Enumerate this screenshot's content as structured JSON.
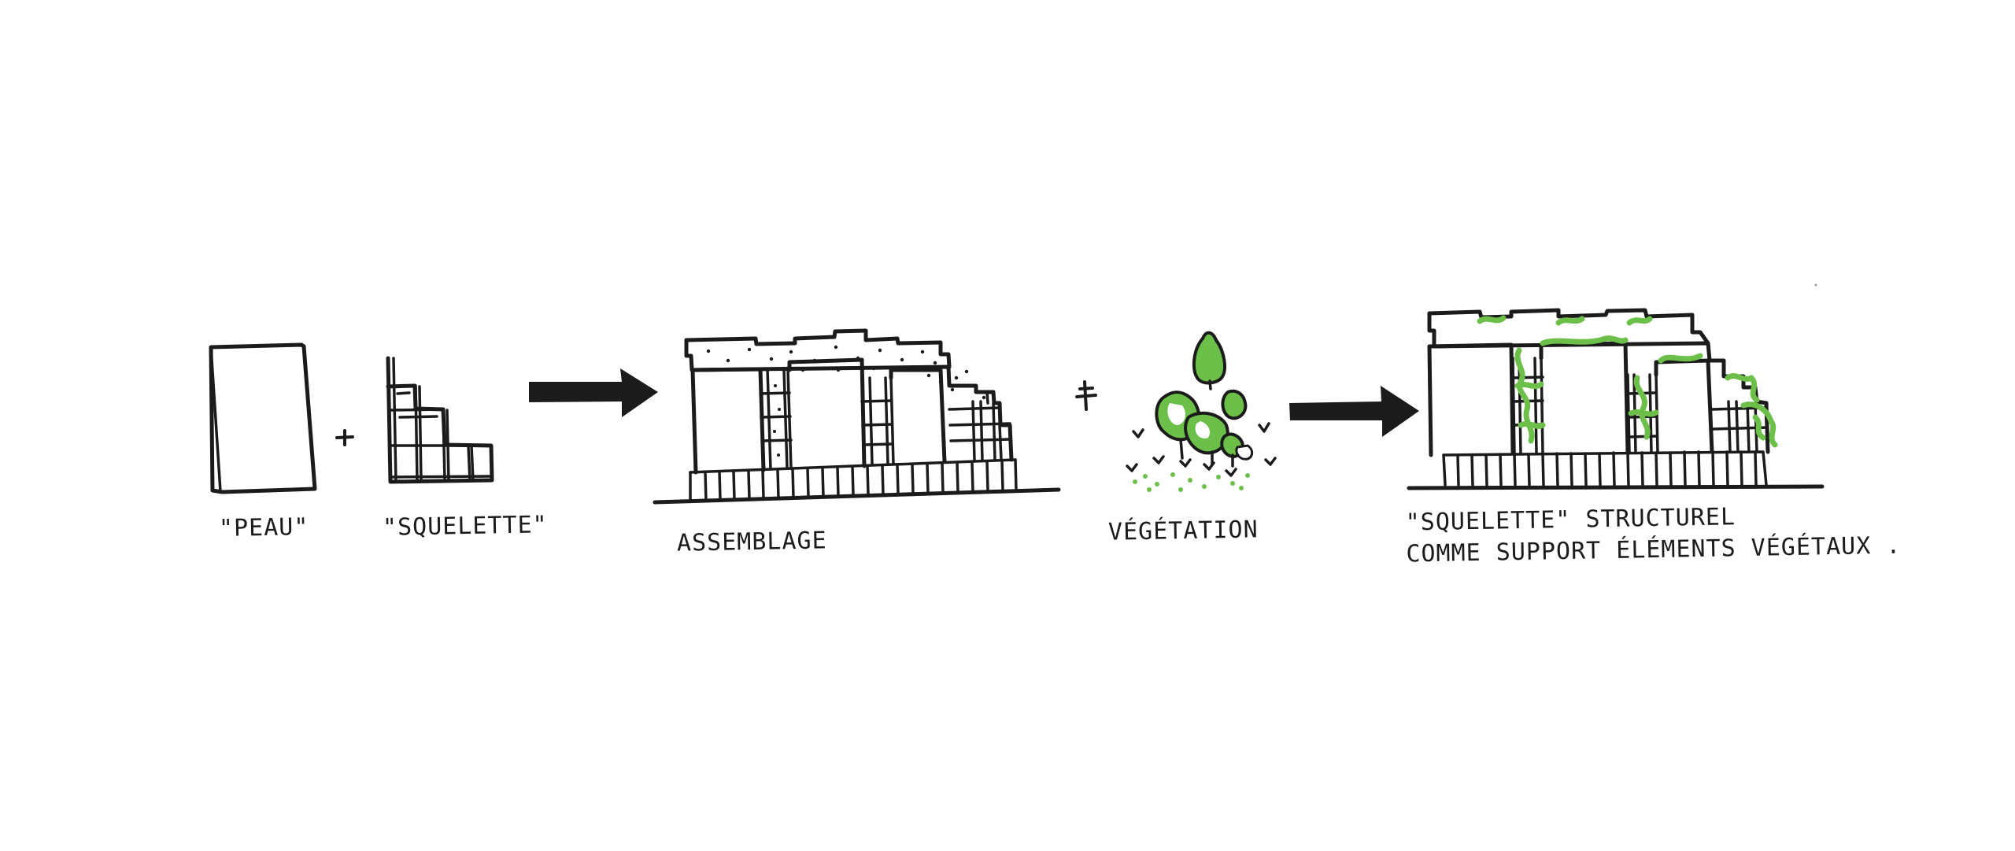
{
  "labels": {
    "peau": "\"PEAU\"",
    "squelette": "\"SQUELETTE\"",
    "assemblage": "ASSEMBLAGE",
    "vegetation": "VÉGÉTATION",
    "result_line1": "\"SQUELETTE\" STRUCTUREL",
    "result_line2": "COMME SUPPORT ÉLÉMENTS VÉGÉTAUX ."
  },
  "colors": {
    "ink": "#1b1b1b",
    "green": "#6cc04a"
  },
  "icons": {
    "plus_1": "plus-icon",
    "plus_2": "plus-icon",
    "arrow_1": "arrow-right-icon",
    "arrow_2": "arrow-right-icon"
  }
}
